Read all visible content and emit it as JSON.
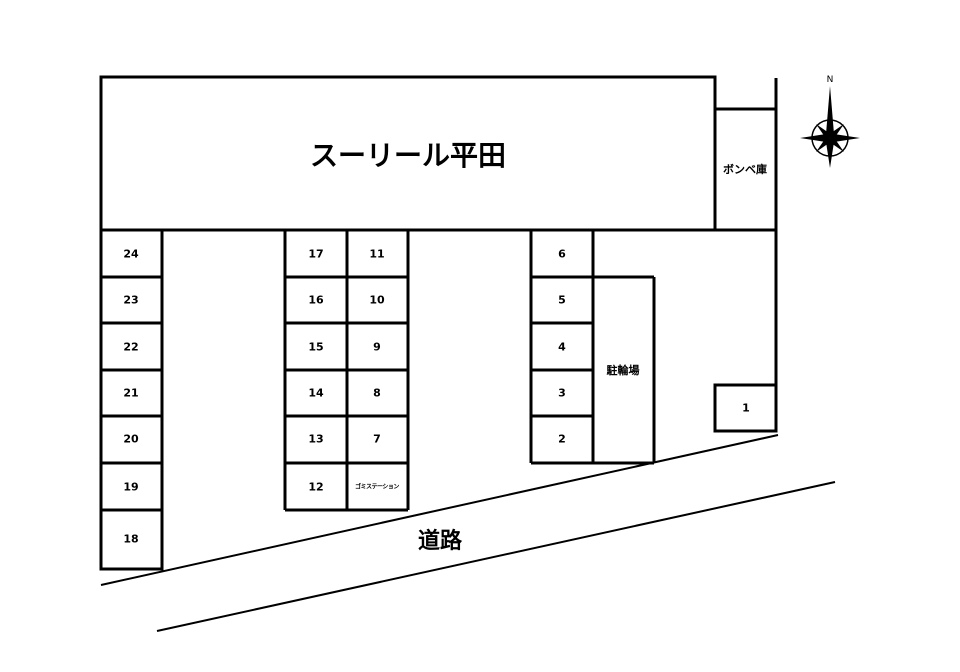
{
  "building": {
    "name": "スーリール平田"
  },
  "facilities": {
    "gas_storage": "ボンベ庫",
    "bicycle_parking": "駐輪場",
    "garbage_station": "ゴミステーション"
  },
  "road": {
    "label": "道路"
  },
  "compass": {
    "north_label": "N"
  },
  "parking_spaces": {
    "left_column": [
      "24",
      "23",
      "22",
      "21",
      "20",
      "19",
      "18"
    ],
    "middle_left_column": [
      "17",
      "16",
      "15",
      "14",
      "13",
      "12"
    ],
    "middle_right_column": [
      "11",
      "10",
      "9",
      "8",
      "7"
    ],
    "right_column": [
      "6",
      "5",
      "4",
      "3",
      "2"
    ],
    "corner": [
      "1"
    ]
  }
}
